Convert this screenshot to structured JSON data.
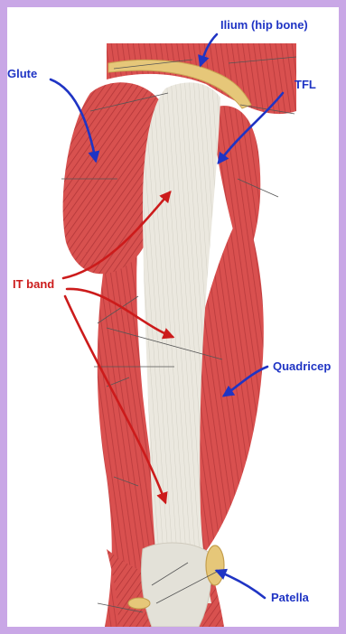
{
  "colors": {
    "frame": "#c9a7e6",
    "muscle": "#d9504f",
    "muscle_dark": "#b83a3c",
    "tendon": "#e9e6dc",
    "bone": "#e6c779",
    "blue_arrow": "#1f34c4",
    "red_arrow": "#cc1b1b"
  },
  "labels": {
    "ilium": "Ilium (hip bone)",
    "glute": "Glute",
    "tfl": "TFL",
    "it_band": "IT band",
    "quadricep": "Quadricep",
    "patella": "Patella"
  }
}
